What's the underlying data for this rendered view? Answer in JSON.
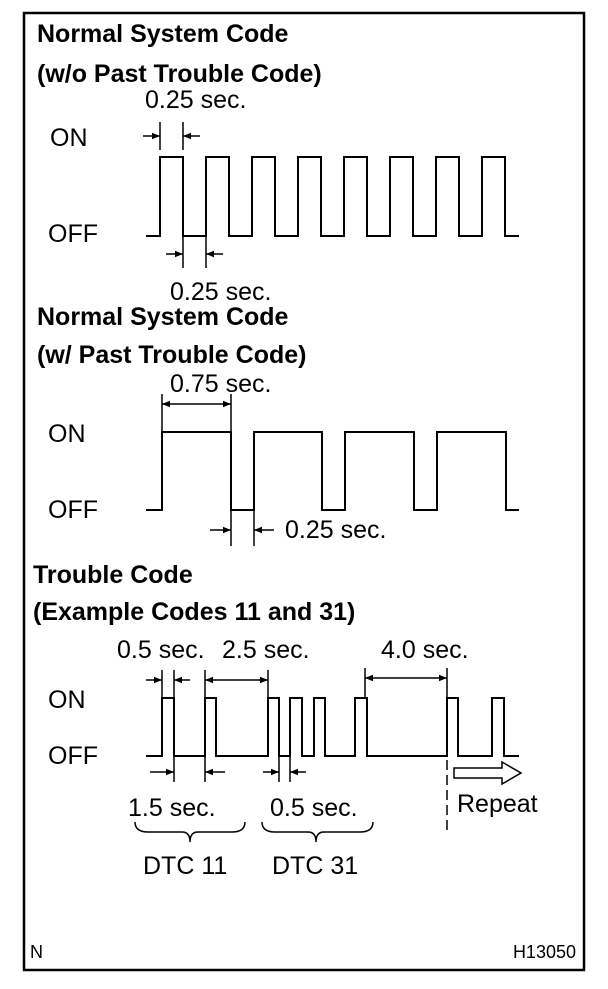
{
  "section1": {
    "title_line1": "Normal System Code",
    "title_line2": "(w/o Past Trouble Code)",
    "on_label": "ON",
    "off_label": "OFF",
    "top_dim": "0.25 sec.",
    "bottom_dim": "0.25 sec."
  },
  "section2": {
    "title_line1": "Normal System Code",
    "title_line2": "(w/ Past Trouble Code)",
    "on_label": "ON",
    "off_label": "OFF",
    "top_dim": "0.75 sec.",
    "bottom_dim": "0.25 sec."
  },
  "section3": {
    "title_line1": "Trouble Code",
    "title_line2": "(Example Codes 11 and 31)",
    "on_label": "ON",
    "off_label": "OFF",
    "dim_05_top": "0.5 sec.",
    "dim_25": "2.5 sec.",
    "dim_40": "4.0 sec.",
    "dim_15": "1.5 sec.",
    "dim_05_bottom": "0.5 sec.",
    "repeat": "Repeat",
    "dtc11": "DTC 11",
    "dtc31": "DTC 31"
  },
  "footer": {
    "left_mark": "N",
    "figure_id": "H13050"
  }
}
